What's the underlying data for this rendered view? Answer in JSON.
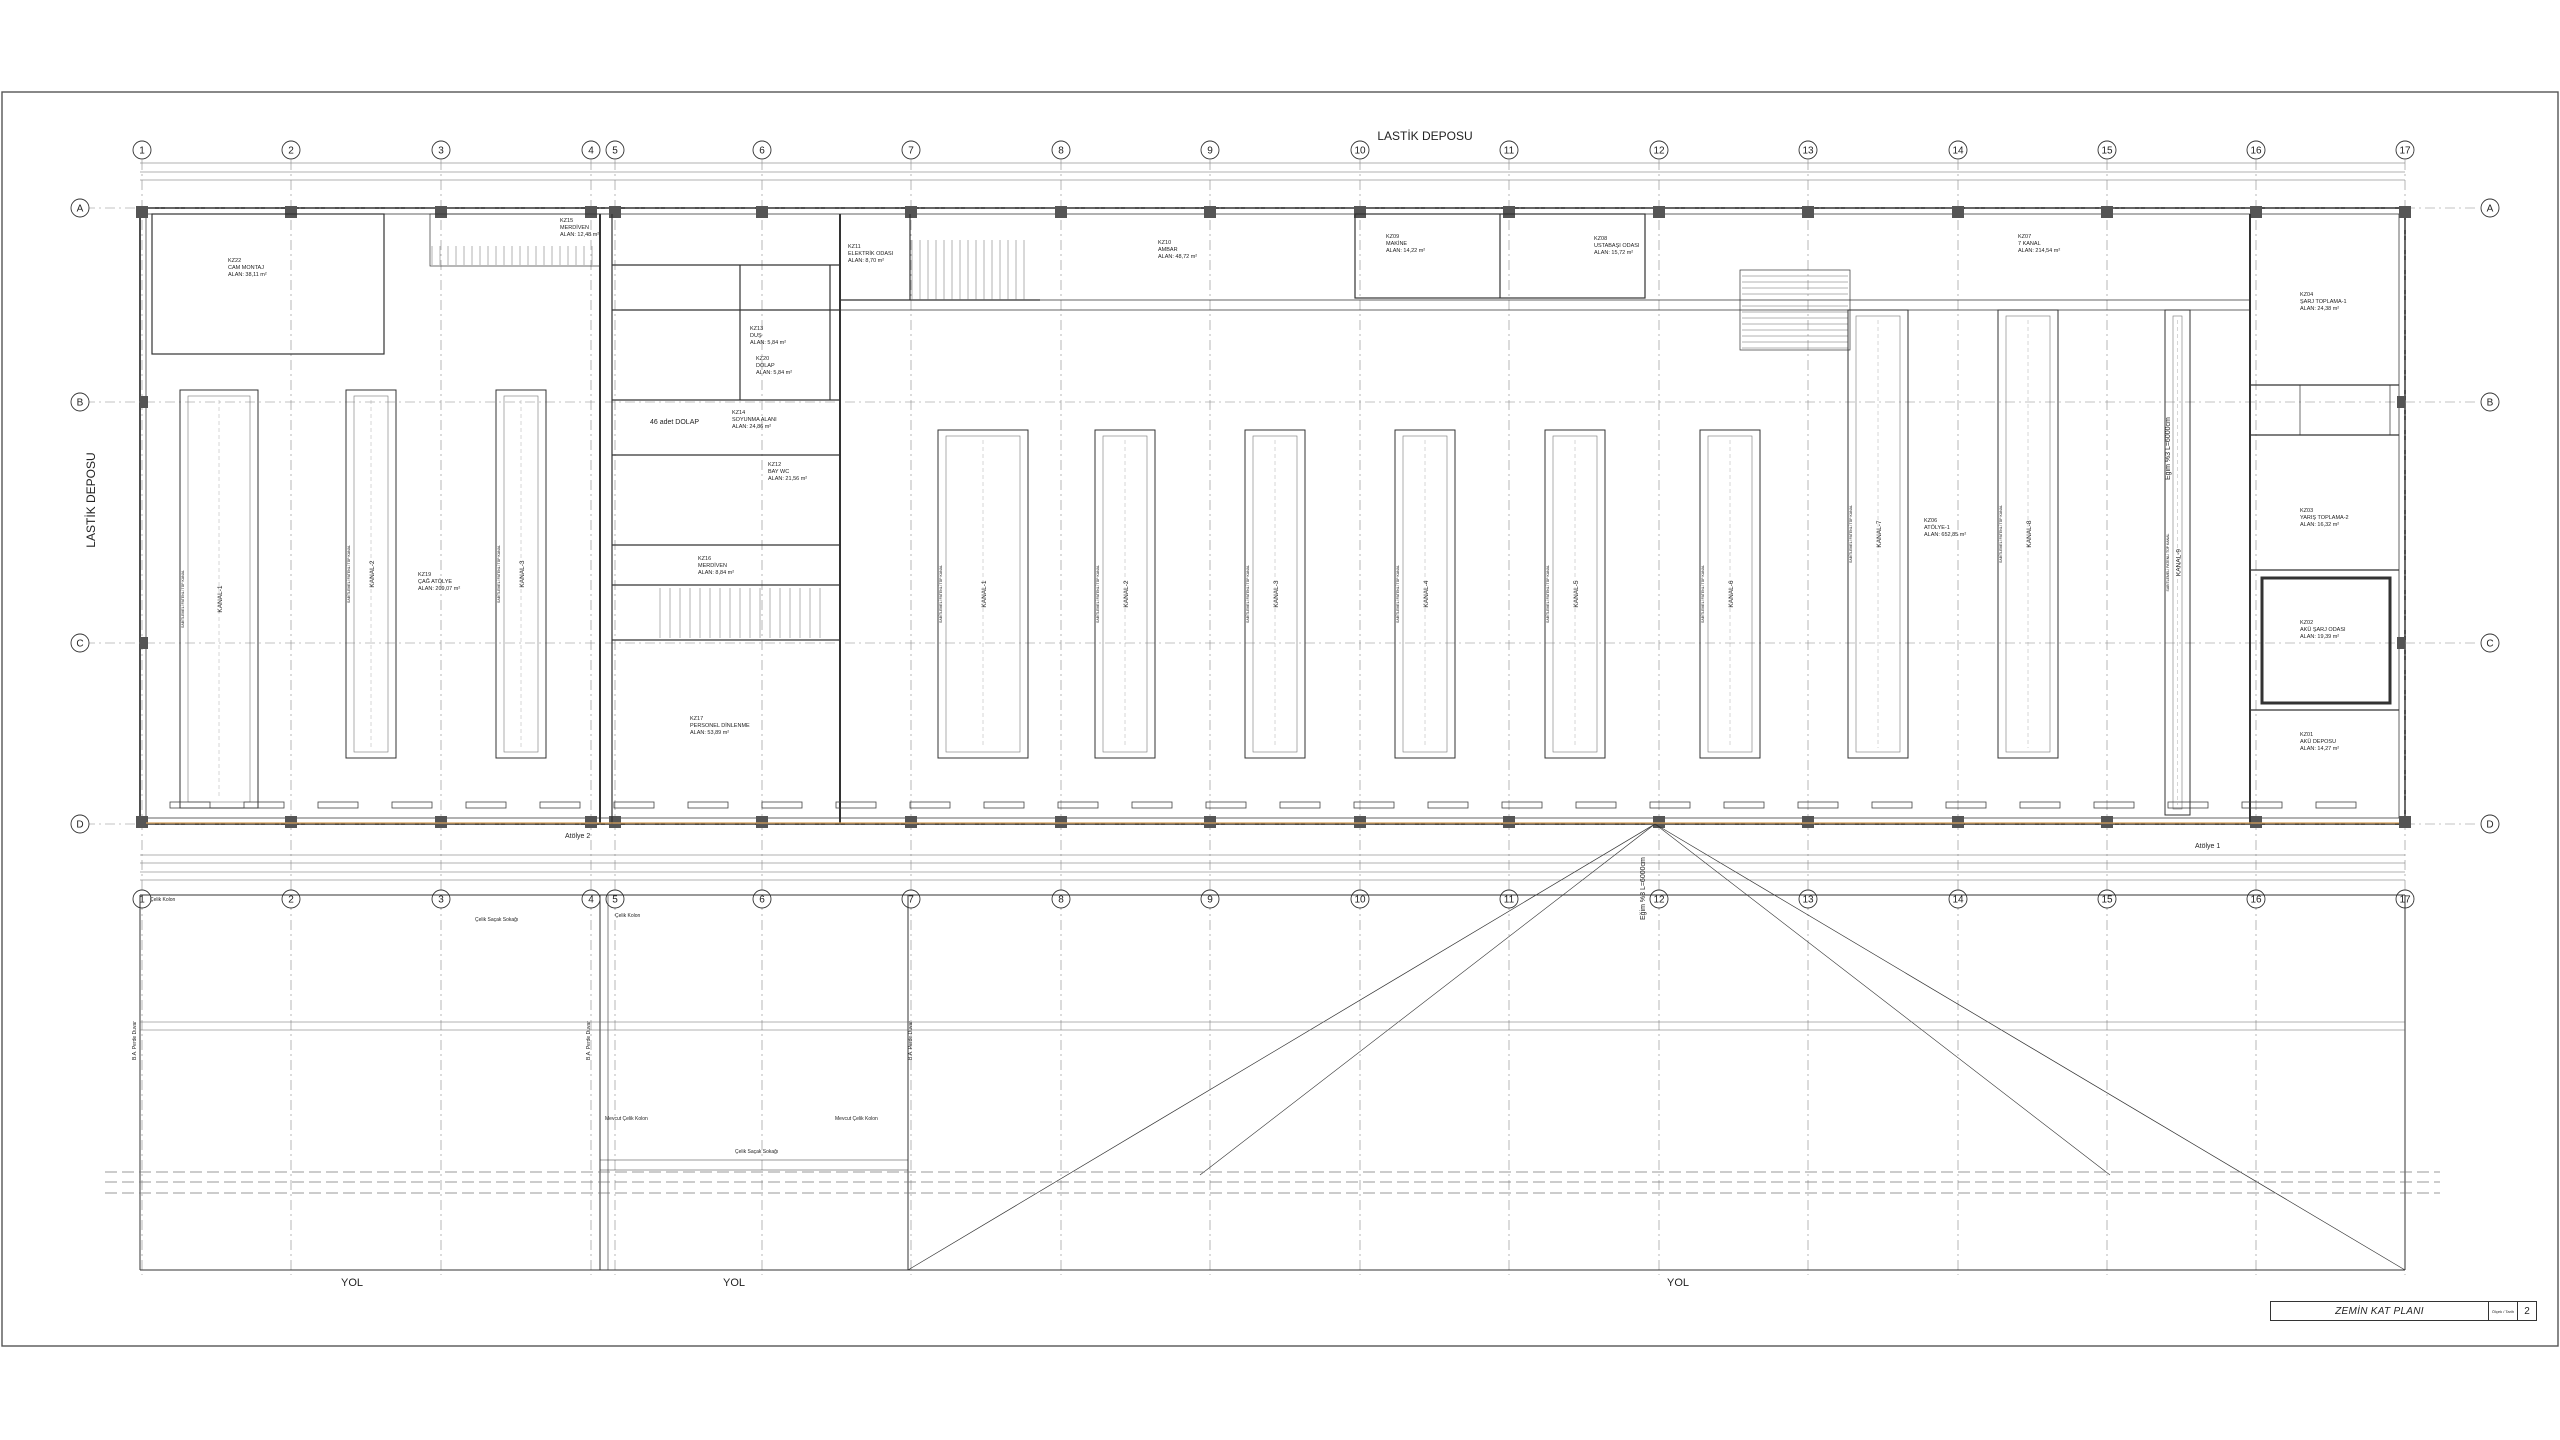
{
  "drawing": {
    "top_label": "LASTİK DEPOSU",
    "side_label": "LASTİK DEPOSU",
    "road_labels": [
      "YOL",
      "YOL",
      "YOL"
    ],
    "column_grid": [
      "1",
      "2",
      "3",
      "4",
      "5",
      "6",
      "7",
      "8",
      "9",
      "10",
      "11",
      "12",
      "13",
      "14",
      "15",
      "16",
      "17"
    ],
    "row_grid": [
      "A",
      "B",
      "C",
      "D"
    ],
    "canal_labels": [
      "KANAL-1",
      "KANAL-2",
      "KANAL-3",
      "KANAL-1",
      "KANAL-2",
      "KANAL-3",
      "KANAL-4",
      "KANAL-5",
      "KANAL-6",
      "KANAL-7",
      "KANAL-8",
      "KANAL-9"
    ],
    "rooms": {
      "r1": [
        "KZ22",
        "CAM MONTAJ",
        "ALAN: 38,11 m²"
      ],
      "r2": [
        "KZ15",
        "MERDİVEN",
        "ALAN: 12,48 m²"
      ],
      "r3": [
        "KZ11",
        "ELEKTRİK ODASI",
        "ALAN: 8,70 m²"
      ],
      "r4": [
        "KZ10",
        "AMBAR",
        "ALAN: 48,72 m²"
      ],
      "r5": [
        "KZ09",
        "MAKİNE",
        "ALAN: 14,22 m²"
      ],
      "r6": [
        "KZ08",
        "USTABAŞI ODASI",
        "ALAN: 15,72 m²"
      ],
      "r7": [
        "KZ07",
        "7 KANAL",
        "ALAN: 214,54 m²"
      ],
      "r8": [
        "KZ14",
        "SOYUNMA ALANI",
        "ALAN: 24,86 m²"
      ],
      "r9": [
        "KZ12",
        "BAY WC",
        "ALAN: 21,56 m²"
      ],
      "r10": [
        "KZ16",
        "MERDİVEN",
        "ALAN: 8,84 m²"
      ],
      "r11": [
        "KZ17",
        "PERSONEL DİNLENME",
        "ALAN: 53,89 m²"
      ],
      "r12": [
        "KZ19",
        "ÇAĞ ATÖLYE",
        "ALAN: 209,07 m²"
      ],
      "r13": [
        "KZ06",
        "ATÖLYE-1",
        "ALAN: 652,85 m²"
      ],
      "r14": [
        "KZ04",
        "ŞARJ TOPLAMA-1",
        "ALAN: 24,38 m²"
      ],
      "r15": [
        "KZ03",
        "YARIŞ TOPLAMA-2",
        "ALAN: 16,32 m²"
      ],
      "r16": [
        "KZ02",
        "AKÜ ŞARJ ODASI",
        "ALAN: 19,39 m²"
      ],
      "r17": [
        "KZ01",
        "AKÜ DEPOSU",
        "ALAN: 14,27 m²"
      ],
      "r18": [
        "KZ13",
        "DUŞ",
        "ALAN: 5,84 m²"
      ],
      "r19": [
        "KZ20",
        "DOLAP",
        "ALAN: 5,84 m²"
      ]
    },
    "locker_label": "46 adet DOLAP",
    "slope_label_1": "Eğim %3  L=6000cm",
    "slope_label_2": "Eğim %3  L=6000cm",
    "entry_labels": [
      "Atölye 2",
      "Atölye 1"
    ],
    "canopy_labels": [
      "Çelik Kolon",
      "Çelik Kolon",
      "Çelik Saçak Sokağı",
      "Mevcut Çelik Kolon",
      "Mevcut Çelik Kolon",
      "Çelik Saçak Sokağı"
    ],
    "wall_labels": [
      "B.A. Perde Duvar",
      "B.A. Perde Duvar",
      "B.A. Perde Duvar"
    ],
    "canal_rail_text": "SABİTLEMELİ PATENLİ TÜP KANAL"
  },
  "title_block": {
    "name": "ZEMİN KAT PLANI",
    "scale": "Ölçek / Tarih",
    "sheet_no": "2"
  },
  "colors": {
    "line": "#333333",
    "grid": "#555555",
    "hatch": "#9a9a9a",
    "orange_accent": "#d6a15a"
  }
}
